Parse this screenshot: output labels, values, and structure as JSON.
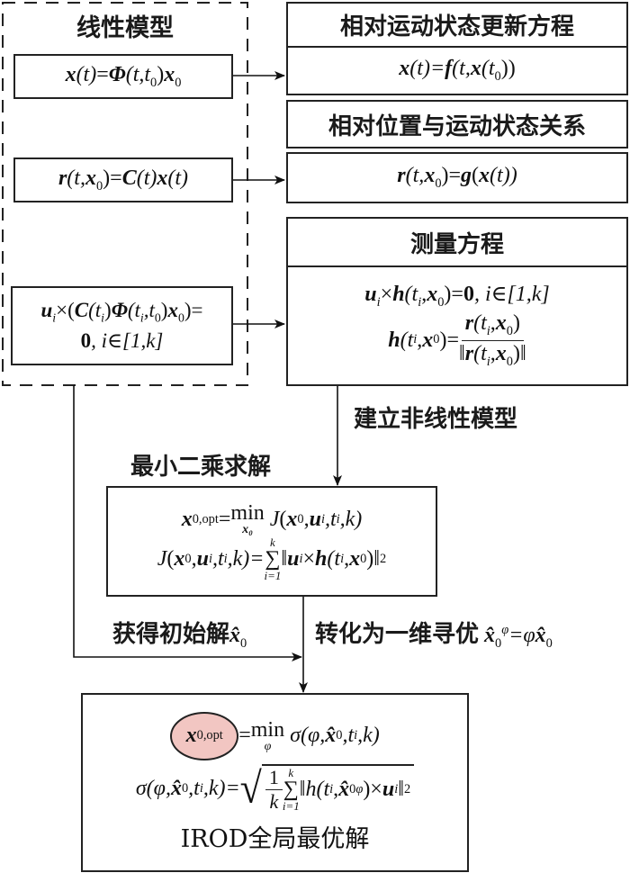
{
  "linear_model": {
    "title": "线性模型",
    "eq1": {
      "lhs": "x",
      "arg": "(t)",
      "eq": "=",
      "phi": "Φ",
      "phi_args": "(t,t",
      "sub0": "0",
      "close": ")",
      "x0": "x",
      "x0_sub": "0"
    },
    "eq2": {
      "r": "r",
      "open": "(t,",
      "x": "x",
      "sub0": "0",
      "close": ")=",
      "C": "C",
      "targ": "(t)",
      "x2": "x",
      "targ2": "(t)"
    },
    "eq3": {
      "u": "u",
      "ui_sub": "i",
      "times": "×(",
      "C": "C",
      "t_open": "(t",
      "ti_sub": "i",
      "t_close": ")",
      "phi": "Φ",
      "phi_open": "(t",
      "phi_sub_i": "i",
      "comma": ",t",
      "sub0": "0",
      "close": ")",
      "x": "x",
      "x_sub": "0",
      "tail": ")=",
      "line2_zero": "0",
      "line2_rest": ", i∈[1,k]"
    }
  },
  "right_column": {
    "state_update": {
      "title": "相对运动状态更新方程",
      "eq": {
        "x": "x",
        "t": "(t)=",
        "f": "f",
        "open": "(t,",
        "x2": "x",
        "t0": "(t",
        "sub0": "0",
        "close": "))"
      }
    },
    "position_relation": {
      "title": "相对位置与运动状态关系",
      "eq": {
        "r": "r",
        "open": "(t,",
        "x": "x",
        "sub0": "0",
        "close": ")=",
        "g": "g",
        "paren": "(",
        "x2": "x",
        "tail": "(t))"
      }
    },
    "measurement": {
      "title": "测量方程",
      "eq1": {
        "u": "u",
        "sub_i": "i",
        "times": "×",
        "h": "h",
        "open": "(t",
        "sub_i2": "i",
        "comma": ",",
        "x": "x",
        "sub0": "0",
        "close": ")=",
        "zero": "0",
        "rest": ", i∈[1,k]"
      },
      "eq2": {
        "h": "h",
        "open": "(t",
        "sub_i": "i",
        "comma": ",",
        "x": "x",
        "sub0": "0",
        "close": ")=",
        "num_r": "r",
        "num_open": "(t",
        "num_sub_i": "i",
        "num_comma": ",",
        "num_x": "x",
        "num_sub0": "0",
        "num_close": ")",
        "den_bar": "‖",
        "den_r": "r",
        "den_open": "(t",
        "den_sub_i": "i",
        "den_comma": ",",
        "den_x": "x",
        "den_sub0": "0",
        "den_close": ")",
        "den_bar2": "‖"
      }
    }
  },
  "labels": {
    "build_nonlinear": "建立非线性模型",
    "least_squares": "最小二乘求解",
    "initial_solution": "获得初始解",
    "initial_symbol": "x̂",
    "initial_sub": "0",
    "one_dim_search": "转化为一维寻优",
    "one_dim_lhs": "x̂",
    "one_dim_sub": "0",
    "one_dim_sup": "φ",
    "one_dim_eq": "=φ",
    "one_dim_rhs": "x̂",
    "one_dim_rhs_sub": "0"
  },
  "least_squares_box": {
    "eq1": {
      "x": "x",
      "sub": "0,opt",
      "eq": "=",
      "min": "min",
      "min_lim": "x₀",
      "J": "J",
      "args_open": "(",
      "ax": "x",
      "ax_sub": "0",
      "c1": ",",
      "u": "u",
      "u_sub": "i",
      "c2": ",t",
      "t_sub": "i",
      "tail": ",k)"
    },
    "eq2": {
      "J": "J",
      "args_open": "(",
      "ax": "x",
      "ax_sub": "0",
      "c1": ",",
      "u": "u",
      "u_sub": "i",
      "c2": ",t",
      "t_sub": "i",
      "tail": ",k)=",
      "sum": "∑",
      "sum_top": "k",
      "sum_bot": "i=1",
      "norm": "‖",
      "u2": "u",
      "u2_sub": "i",
      "times": "×",
      "h": "h",
      "h_open": "(t",
      "h_sub": "i",
      "h_comma": ",",
      "hx": "x",
      "hx_sub": "0",
      "h_close": ")",
      "norm2": "‖",
      "sq": "2"
    }
  },
  "final_box": {
    "highlight": {
      "x": "x",
      "sub": "0,opt",
      "color": "#f2c6c2"
    },
    "eq1": {
      "eq": "=",
      "min": "min",
      "min_lim": "φ",
      "sigma": "σ",
      "open": "(φ,",
      "x": "x̂",
      "x_sub": "0",
      "c": ",t",
      "t_sub": "i",
      "tail": ",k)"
    },
    "eq2": {
      "sigma": "σ",
      "open": "(φ,",
      "x": "x̂",
      "x_sub": "0",
      "c": ",t",
      "t_sub": "i",
      "tail": ",k)=",
      "sqrt": "√",
      "frac_num": "1",
      "frac_den": "k",
      "sum": "∑",
      "sum_top": "k",
      "sum_bot": "i=1",
      "norm": "‖",
      "h": "h",
      "h_open": "(t",
      "h_sub": "i",
      "h_comma": ",",
      "hx": "x̂",
      "hx_sub": "0",
      "hx_sup": "φ",
      "h_close": ")×",
      "u": "u",
      "u_sub": "i",
      "norm2": "‖",
      "sq": "2"
    },
    "caption": "IROD全局最优解"
  }
}
